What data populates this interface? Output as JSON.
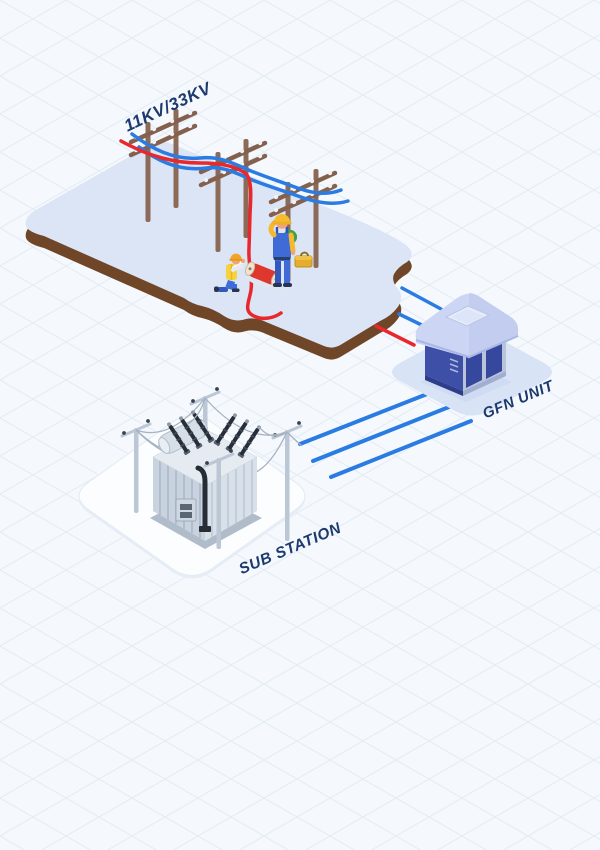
{
  "labels": {
    "power_lines": "11KV/33KV",
    "gfn_unit": "GFN UNIT",
    "substation": "SUB STATION"
  },
  "colors": {
    "background": "#f5f9fd",
    "grid": "#e3ebf4",
    "label": "#1d3a6e",
    "line_blue": "#2a7ce2",
    "line_red": "#e8282c",
    "land_top": "#dbe5f6",
    "land_edge": "#6f4628",
    "pole": "#8b6a58",
    "gfn_platform": "#d8e3f6",
    "cabinet_dark": "#3d4fa7",
    "cabinet_light": "#b9c3da",
    "cabinet_door": "#36489e",
    "cabinet_roof": "#ccd6f4",
    "sub_platform": "#fcfdff",
    "mast": "#bcc7d5",
    "thin_wire": "#a7b3c2"
  },
  "nodes": [
    {
      "id": "overhead-lines",
      "label": "11KV/33KV"
    },
    {
      "id": "gfn-unit",
      "label": "GFN UNIT"
    },
    {
      "id": "substation",
      "label": "SUB STATION"
    }
  ],
  "connections": [
    {
      "from": "overhead-lines",
      "to": "gfn-unit",
      "style": "blue",
      "count": 2
    },
    {
      "from": "overhead-lines",
      "to": "gfn-unit",
      "style": "red",
      "count": 1
    },
    {
      "from": "substation",
      "to": "gfn-unit",
      "style": "blue",
      "count": 3
    }
  ]
}
